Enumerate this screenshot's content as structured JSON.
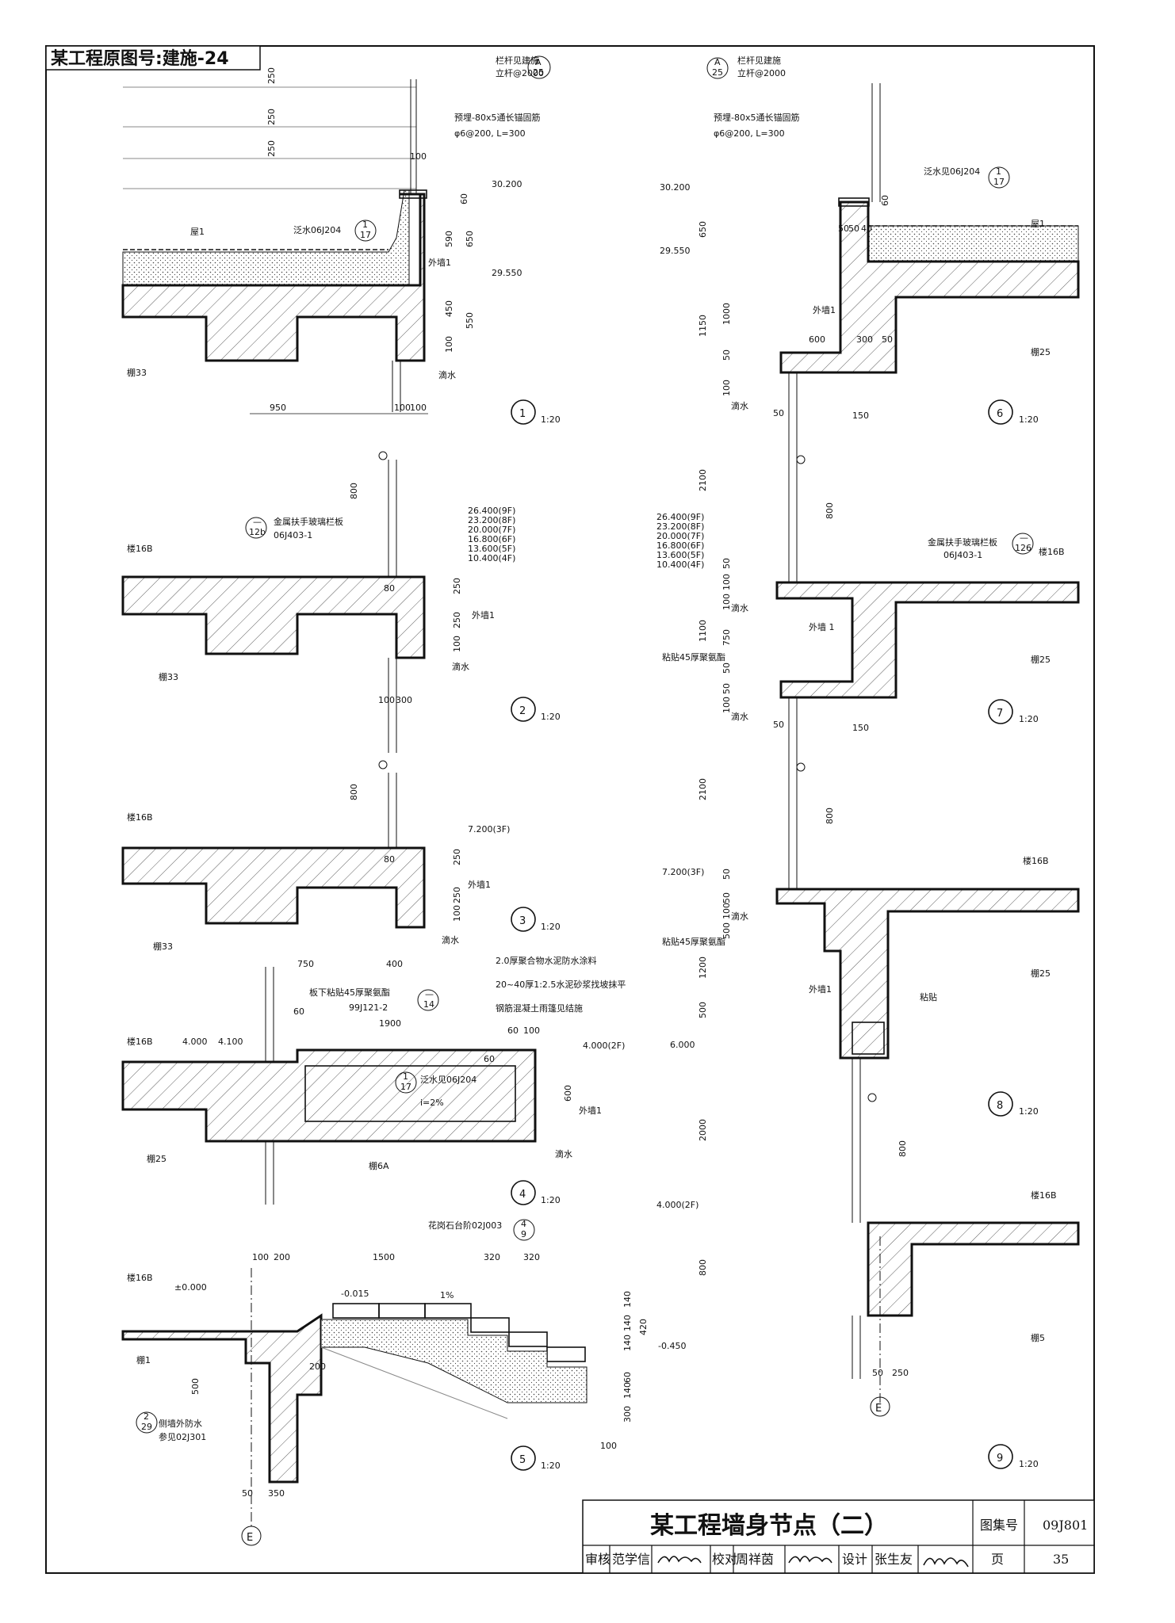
{
  "header": {
    "source_label": "某工程原图号:建施-24"
  },
  "title_block": {
    "title": "某工程墙身节点（二）",
    "atlas_label": "图集号",
    "atlas_no": "09J801",
    "page_label": "页",
    "page_no": "35",
    "review_label": "审核",
    "reviewer": "范学信",
    "check_label": "校对",
    "checker": "周祥茵",
    "design_label": "设计",
    "designer": "张生友"
  },
  "details": [
    {
      "no": "1",
      "scale": "1:20",
      "annotations": [
        "栏杆见建施",
        "立杆@2000",
        "预埋-80x5通长锚固筋",
        "φ6@200, L=300",
        "泛水06J204",
        "屋1",
        "外墙1",
        "滴水",
        "棚33",
        "30.200",
        "29.550"
      ],
      "dims": [
        "250",
        "250",
        "250",
        "100",
        "60",
        "590",
        "650",
        "450",
        "550",
        "100",
        "950",
        "100",
        "100"
      ],
      "refs": [
        {
          "top": "A",
          "bottom": "25"
        },
        {
          "top": "1",
          "bottom": "17"
        }
      ]
    },
    {
      "no": "2",
      "scale": "1:20",
      "annotations": [
        "金属扶手玻璃栏板",
        "06J403-1",
        "楼16B",
        "外墙1",
        "滴水",
        "棚33",
        "26.400(9F)",
        "23.200(8F)",
        "20.000(7F)",
        "16.800(6F)",
        "13.600(5F)",
        "10.400(4F)"
      ],
      "dims": [
        "800",
        "80",
        "250",
        "250",
        "100",
        "100",
        "300"
      ],
      "refs": [
        {
          "top": "—",
          "bottom": "12b"
        }
      ]
    },
    {
      "no": "3",
      "scale": "1:20",
      "annotations": [
        "楼16B",
        "外墙1",
        "滴水",
        "棚33",
        "7.200(3F)"
      ],
      "dims": [
        "800",
        "80",
        "250",
        "250",
        "100",
        "750",
        "400"
      ]
    },
    {
      "no": "4",
      "scale": "1:20",
      "annotations": [
        "2.0厚聚合物水泥防水涂料",
        "20~40厚1:2.5水泥砂浆找坡抹平",
        "钢筋混凝土雨篷见结施",
        "板下粘贴45厚聚氨酯",
        "99J121-2",
        "楼16B",
        "4.000",
        "4.100",
        "4.000(2F)",
        "泛水见06J204",
        "i=2%",
        "外墙1",
        "滴水",
        "棚25",
        "棚6A"
      ],
      "dims": [
        "60",
        "1900",
        "60",
        "100",
        "60",
        "600"
      ],
      "refs": [
        {
          "top": "—",
          "bottom": "14"
        },
        {
          "top": "1",
          "bottom": "17"
        }
      ]
    },
    {
      "no": "5",
      "scale": "1:20",
      "annotations": [
        "花岗石台阶02J003",
        "楼16B",
        "±0.000",
        "-0.015",
        "1%",
        "-0.450",
        "棚1",
        "侧墙外防水",
        "参见02J301",
        "E"
      ],
      "dims": [
        "100",
        "200",
        "1500",
        "320",
        "320",
        "140",
        "140",
        "140",
        "420",
        "200",
        "500",
        "60",
        "140",
        "300",
        "100",
        "50",
        "350"
      ],
      "refs": [
        {
          "top": "4",
          "bottom": "9"
        },
        {
          "top": "2",
          "bottom": "29"
        }
      ]
    },
    {
      "no": "6",
      "scale": "1:20",
      "annotations": [
        "栏杆见建施",
        "立杆@2000",
        "预埋-80x5通长锚固筋",
        "φ6@200, L=300",
        "泛水见06J204",
        "屋1",
        "外墙1",
        "滴水",
        "棚25",
        "30.200",
        "29.550"
      ],
      "dims": [
        "650",
        "60",
        "50",
        "40",
        "1150",
        "1000",
        "50",
        "600",
        "300",
        "50",
        "100",
        "50",
        "150"
      ],
      "refs": [
        {
          "top": "A",
          "bottom": "25"
        },
        {
          "top": "1",
          "bottom": "17"
        }
      ]
    },
    {
      "no": "7",
      "scale": "1:20",
      "annotations": [
        "金属扶手玻璃栏板",
        "06J403-1",
        "楼16B",
        "外墙 1",
        "滴水",
        "粘贴45厚聚氨酯",
        "棚25",
        "26.400(9F)",
        "23.200(8F)",
        "20.000(7F)",
        "16.800(6F)",
        "13.600(5F)",
        "10.400(4F)"
      ],
      "dims": [
        "2100",
        "800",
        "50",
        "100",
        "100",
        "1100",
        "750",
        "50",
        "50",
        "100",
        "50",
        "150"
      ],
      "refs": [
        {
          "top": "—",
          "bottom": "126"
        }
      ]
    },
    {
      "no": "8",
      "scale": "1:20",
      "annotations": [
        "楼16B",
        "外墙1",
        "滴水",
        "粘贴45厚聚氨酯",
        "粘贴",
        "棚25",
        "7.200(3F)",
        "6.000"
      ],
      "dims": [
        "2100",
        "800",
        "50",
        "50",
        "100",
        "500",
        "1200",
        "500"
      ]
    },
    {
      "no": "9",
      "scale": "1:20",
      "annotations": [
        "楼16B",
        "棚5",
        "4.000(2F)",
        "E"
      ],
      "dims": [
        "2000",
        "800",
        "800",
        "50",
        "250"
      ]
    }
  ]
}
